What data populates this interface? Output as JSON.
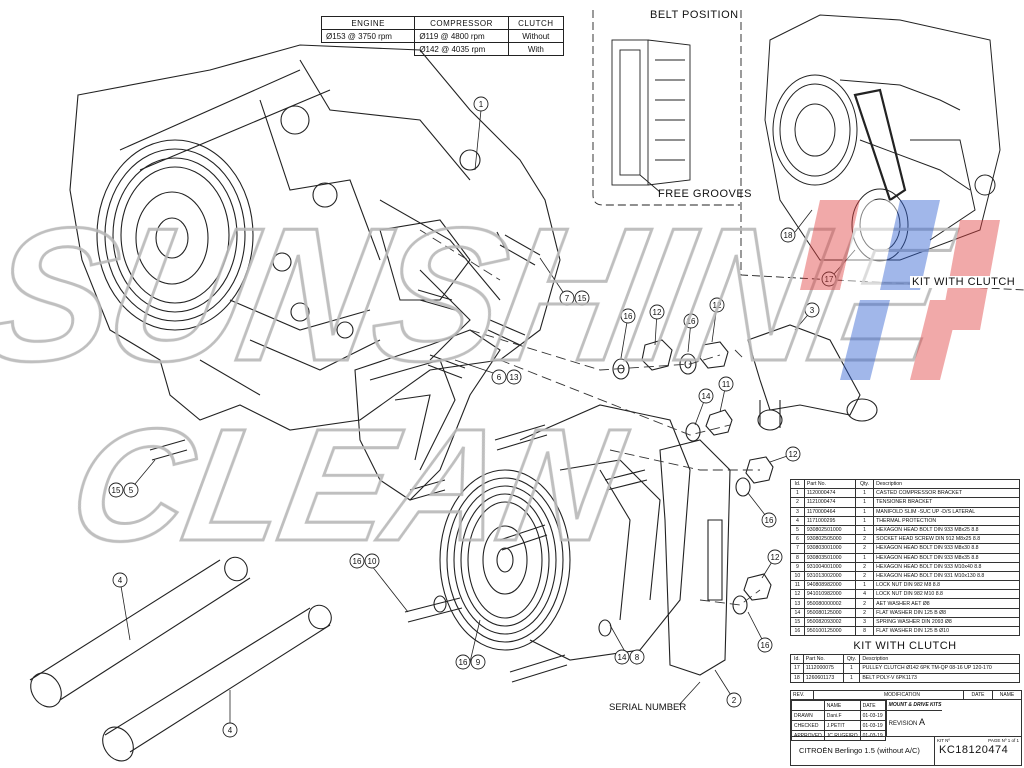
{
  "spec_table": {
    "headers": [
      "ENGINE",
      "COMPRESSOR",
      "CLUTCH"
    ],
    "rows": [
      [
        "Ø153 @ 3750 rpm",
        "Ø119 @ 4800 rpm",
        "Without"
      ],
      [
        "",
        "Ø142 @ 4035 rpm",
        "With"
      ]
    ]
  },
  "belt_position": {
    "title": "BELT POSITION",
    "label": "FREE GROOVES"
  },
  "kit_with_clutch_panel": {
    "label": "KIT WITH CLUTCH",
    "callouts": [
      "18",
      "17"
    ]
  },
  "callouts": {
    "c1": "1",
    "c3": "3",
    "c4a": "4",
    "c4b": "4",
    "c7_15": "7 15",
    "c6_13": "6 13",
    "c15_5": "15 5",
    "c16a": "16",
    "c12a": "12",
    "c16b": "16",
    "c12b": "12",
    "c14a": "14",
    "c11": "11",
    "c12c": "12",
    "c16c": "16",
    "c12d": "12",
    "c16d": "16",
    "c16_10": "16 10",
    "c16_9": "16 9",
    "c14_8": "14 8",
    "c2": "2",
    "serial": "SERIAL NUMBER"
  },
  "watermark": "SUNSHINE CLEAN",
  "bom": {
    "headers": [
      "Id.",
      "Part No.",
      "Qty.",
      "Description"
    ],
    "rows": [
      [
        "1",
        "1120000474",
        "1",
        "CASTED COMPRESSOR BRACKET"
      ],
      [
        "2",
        "1121000474",
        "1",
        "TENSIONER BRACKET"
      ],
      [
        "3",
        "1170000464",
        "1",
        "MANIFOLD SLIM -SUC UP -D/S LATERAL"
      ],
      [
        "4",
        "1171000295",
        "1",
        "THERMAL PROTECTION"
      ],
      [
        "5",
        "930802501000",
        "1",
        "HEXAGON HEAD BOLT DIN 933 M8x25 8.8"
      ],
      [
        "6",
        "930802505000",
        "2",
        "SOCKET HEAD SCREW DIN 912 M8x25 8.8"
      ],
      [
        "7",
        "930803001000",
        "2",
        "HEXAGON HEAD BOLT DIN 933 M8x30 8.8"
      ],
      [
        "8",
        "930803501000",
        "1",
        "HEXAGON HEAD BOLT DIN 933 M8x35 8.8"
      ],
      [
        "9",
        "931004001000",
        "2",
        "HEXAGON HEAD BOLT DIN 933 M10x40 8.8"
      ],
      [
        "10",
        "931013002000",
        "2",
        "HEXAGON HEAD BOLT DIN 931 M10x130 8.8"
      ],
      [
        "11",
        "940808982000",
        "1",
        "LOCK NUT DIN 982 M8 8.8"
      ],
      [
        "12",
        "941010982000",
        "4",
        "LOCK NUT DIN 982 M10 8.8"
      ],
      [
        "13",
        "950080000002",
        "2",
        "AET WASHER AET Ø8"
      ],
      [
        "14",
        "950080125000",
        "2",
        "FLAT WASHER DIN 125 B Ø8"
      ],
      [
        "15",
        "950082093002",
        "3",
        "SPRING WASHER DIN 2093 Ø8"
      ],
      [
        "16",
        "950100125000",
        "8",
        "FLAT WASHER DIN 125 B Ø10"
      ]
    ]
  },
  "kit_with_clutch": {
    "title": "KIT WITH CLUTCH",
    "headers": [
      "Id.",
      "Part No.",
      "Qty.",
      "Description"
    ],
    "rows": [
      [
        "17",
        "1112000075",
        "1",
        "PULLEY CLUTCH Ø142 6PK TM-QP 08-16 UP 120-170"
      ],
      [
        "18",
        "1260601173",
        "1",
        "BELT POLY-V 6PK1173"
      ]
    ]
  },
  "title_block": {
    "rev": "REV.",
    "modification": "MODIFICATION",
    "date": "DATE",
    "name": "NAME",
    "name_h": "NAME",
    "date_h": "DATE",
    "subject": "MOUNT & DRIVE KITS",
    "drawn": "DRAWN",
    "drawn_name": "Dani.F",
    "drawn_date": "01-03-19",
    "checked": "CHECKED",
    "checked_name": "J.PETIT",
    "checked_date": "01-03-19",
    "approved": "APPROVED",
    "approved_name": "JC.RUGEIRO",
    "approved_date": "01-03-19",
    "revision_label": "REVISION",
    "revision": "A",
    "kit_label": "KIT Nº",
    "page_label": "PAGE Nº 1 of 1",
    "kit_no": "KC18120474",
    "vehicle": "CITROËN Berlingo 1.5 (without A/C)"
  }
}
